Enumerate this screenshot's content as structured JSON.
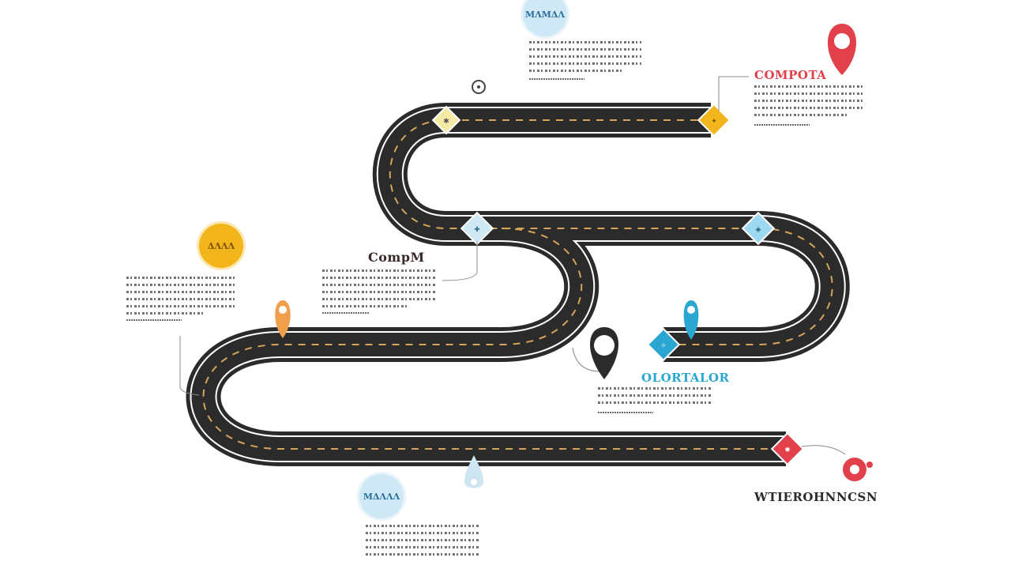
{
  "colors": {
    "road": "#2b2b2b",
    "edge_line": "#ffffff",
    "center_dash": "#d6a55a",
    "yellow": "#f2b51c",
    "orange": "#f0a04c",
    "red": "#e2404a",
    "blue": "#2aa7d0",
    "light_blue": "#9fd9ef",
    "dark_pin": "#2b2b2b",
    "text_gray": "#5a5a5a"
  },
  "badges": {
    "top": "ΜΛΜΔΛ",
    "left": "ΔΛΛΛ",
    "bottom": "ΜΔΛΛΛ"
  },
  "labels": {
    "top_right": "COMPOTA",
    "center": "CompΜ",
    "bottom_right": "OLORTALOR",
    "finish": "WTIEROHNNCSN"
  },
  "icons": [
    "location-pin-icon",
    "gear-icon",
    "speech-bubble-icon",
    "diamond-road-marker-icon",
    "target-icon",
    "water-drop-icon"
  ]
}
